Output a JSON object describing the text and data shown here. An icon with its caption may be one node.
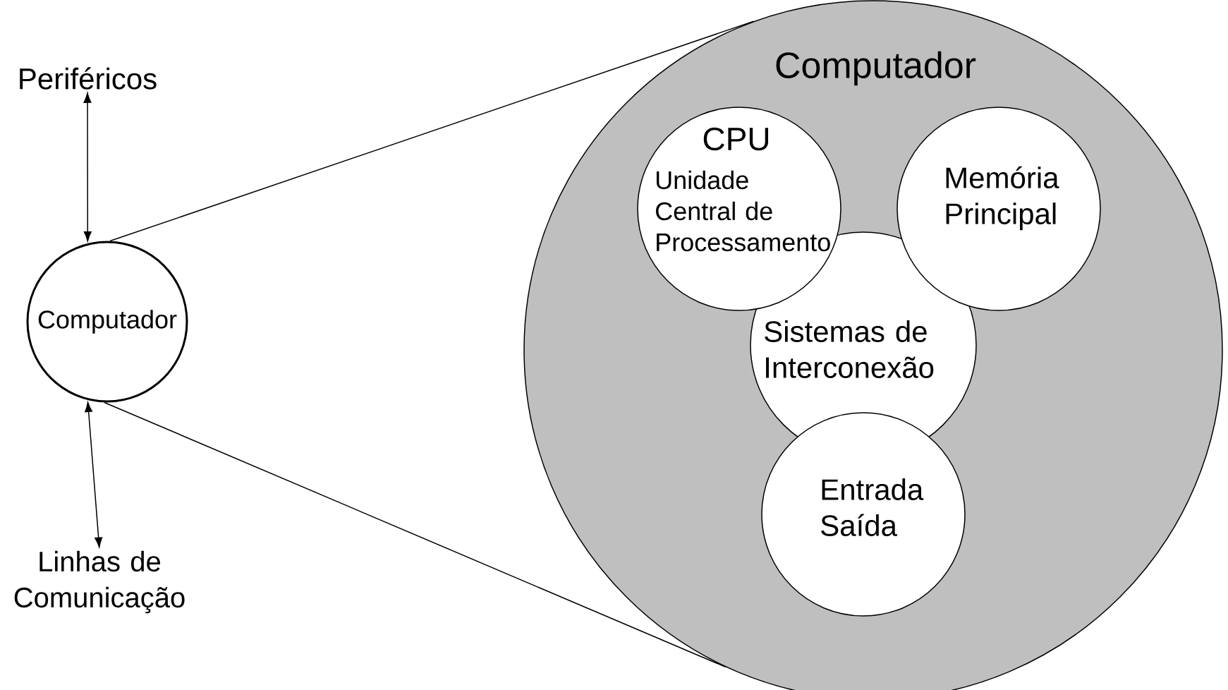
{
  "diagram": {
    "nodes": [
      {
        "text": [
          "Periféricos"
        ]
      },
      {
        "text": [
          "Computador"
        ]
      },
      {
        "text": [
          "Linhas de Comunicação"
        ]
      },
      {
        "text": [
          "Computador"
        ]
      },
      {
        "text": [
          "CPU",
          "Unidade Central de Processamento"
        ],
        "in": 3
      },
      {
        "text": [
          "Memória Principal"
        ],
        "in": 3
      },
      {
        "text": [
          "Sistemas de Interconexão"
        ],
        "in": 3
      },
      {
        "text": [
          "Entrada Saída"
        ],
        "in": 3
      }
    ],
    "edges": [
      {
        "from": 0,
        "to": 1,
        "arrow": "both"
      },
      {
        "from": 1,
        "to": 2,
        "arrow": "both"
      },
      {
        "from": 1,
        "to": 3,
        "arrow": "none"
      },
      {
        "from": 1,
        "to": 3,
        "arrow": "none"
      }
    ]
  }
}
